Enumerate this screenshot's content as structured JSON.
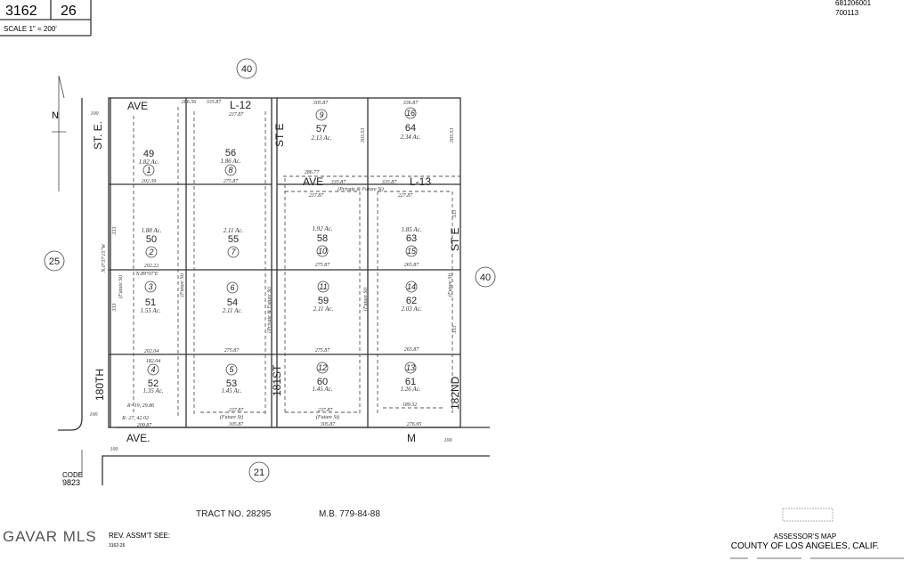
{
  "header": {
    "book": "3162",
    "page": "26",
    "scale": "SCALE 1\" = 200'",
    "map_ids": [
      "681206001",
      "700113"
    ]
  },
  "adjoining_pages": {
    "north": "40",
    "west": "25",
    "east": "40",
    "south": "21"
  },
  "streets": {
    "st_e_west": "ST. E.",
    "street_180th": "180TH",
    "ave_top_left": "AVE",
    "l12": "L-12",
    "st_e_181": "ST E",
    "ave_l13": "AVE",
    "l13": "L-13",
    "st_e_east": "ST E",
    "street_181st": "181ST",
    "street_182nd": "182ND",
    "ave_m_left": "AVE.",
    "ave_m_right": "M"
  },
  "north_label": "N",
  "parcels": [
    {
      "lot": "1",
      "parcel": "49",
      "acres": "1.82 Ac."
    },
    {
      "lot": "8",
      "parcel": "56",
      "acres": "1.86 Ac."
    },
    {
      "lot": "9",
      "parcel": "57",
      "acres": "2.13 Ac."
    },
    {
      "lot": "16",
      "parcel": "64",
      "acres": "2.34 Ac."
    },
    {
      "lot": "2",
      "parcel": "50",
      "acres": "1.88 Ac."
    },
    {
      "lot": "7",
      "parcel": "55",
      "acres": "2.11 Ac."
    },
    {
      "lot": "10",
      "parcel": "58",
      "acres": "1.92 Ac."
    },
    {
      "lot": "15",
      "parcel": "63",
      "acres": "1.85 Ac."
    },
    {
      "lot": "3",
      "parcel": "51",
      "acres": "1.55 Ac."
    },
    {
      "lot": "6",
      "parcel": "54",
      "acres": "2.11 Ac."
    },
    {
      "lot": "11",
      "parcel": "59",
      "acres": "2.11 Ac."
    },
    {
      "lot": "14",
      "parcel": "62",
      "acres": "2.03 Ac."
    },
    {
      "lot": "4",
      "parcel": "52",
      "acres": "1.35 Ac."
    },
    {
      "lot": "5",
      "parcel": "53",
      "acres": "1.45 Ac."
    },
    {
      "lot": "12",
      "parcel": "60",
      "acres": "1.45 Ac."
    },
    {
      "lot": "13",
      "parcel": "61",
      "acres": "1.26 Ac."
    }
  ],
  "dimensions": [
    "100",
    "286.56",
    "335.87",
    "237.87",
    "305.87",
    "336.87",
    "202.39",
    "275.87",
    "286.77",
    "335.87",
    "335.87",
    "(Private & Future St)",
    "237.87",
    "227.87",
    "202.22",
    "275.87",
    "265.87",
    "N.89°07'E",
    "202.04",
    "275.87",
    "275.87",
    "265.87",
    "182.04",
    "237.87",
    "(Future St)",
    "305.87",
    "237.87",
    "(Future St)",
    "305.87",
    "R: 27, 42.02",
    "209.87",
    "R=19, 29.86",
    "276.95",
    "189.32",
    "100",
    "100",
    "100"
  ],
  "rotated_dimensions": [
    "N.0°37'15\"W",
    "333",
    "333",
    "303.53",
    "303.53",
    "333",
    "333",
    "(Future St)",
    "(Future St)",
    "(Private & Future St)",
    "(Future St)",
    "(Future St)"
  ],
  "footer": {
    "code_label": "CODE",
    "code_value": "9823",
    "tract": "TRACT NO. 28295",
    "map_book": "M.B. 779-84-88",
    "watermark": "GAVAR MLS",
    "rev_assmt": "REV. ASSM'T SEE:",
    "rev_ref": "3162-26",
    "assessor": "ASSESSOR'S MAP",
    "county": "COUNTY OF LOS ANGELES, CALIF."
  }
}
